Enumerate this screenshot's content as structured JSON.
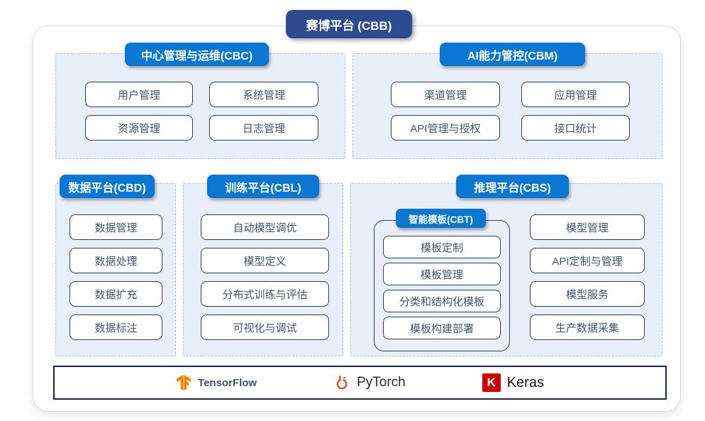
{
  "title": "赛博平台 (CBB)",
  "panels": {
    "cbc": {
      "header": "中心管理与运维(CBC)",
      "items": [
        "用户管理",
        "系统管理",
        "资源管理",
        "日志管理"
      ]
    },
    "cbm": {
      "header": "AI能力管控(CBM)",
      "items": [
        "渠道管理",
        "应用管理",
        "API管理与授权",
        "接口统计"
      ]
    },
    "cbd": {
      "header": "数据平台(CBD)",
      "items": [
        "数据管理",
        "数据处理",
        "数据扩充",
        "数据标注"
      ]
    },
    "cbl": {
      "header": "训练平台(CBL)",
      "items": [
        "自动模型调优",
        "模型定义",
        "分布式训练与评估",
        "可视化与调试"
      ]
    },
    "cbs": {
      "header": "推理平台(CBS)",
      "cbt": {
        "header": "智能模板(CBT)",
        "items": [
          "模板定制",
          "模板管理",
          "分类和结构化模板",
          "模板构建部署"
        ]
      },
      "items": [
        "模型管理",
        "API定制与管理",
        "模型服务",
        "生产数据采集"
      ]
    }
  },
  "frameworks": {
    "tensorflow": "TensorFlow",
    "pytorch": "PyTorch",
    "keras": "Keras",
    "keras_badge": "K"
  },
  "colors": {
    "accent_blue": "#0a78d2",
    "navy": "#2d4b8e",
    "panel_bg": "#e9eff9",
    "panel_dash_border": "#9ec9ef",
    "box_border": "#2f4058",
    "box_text": "#44546a",
    "bottom_bar_border": "#16255b",
    "tensorflow_orange": "#f78200",
    "pytorch_orange": "#ee4c2c",
    "keras_red": "#d00000"
  }
}
